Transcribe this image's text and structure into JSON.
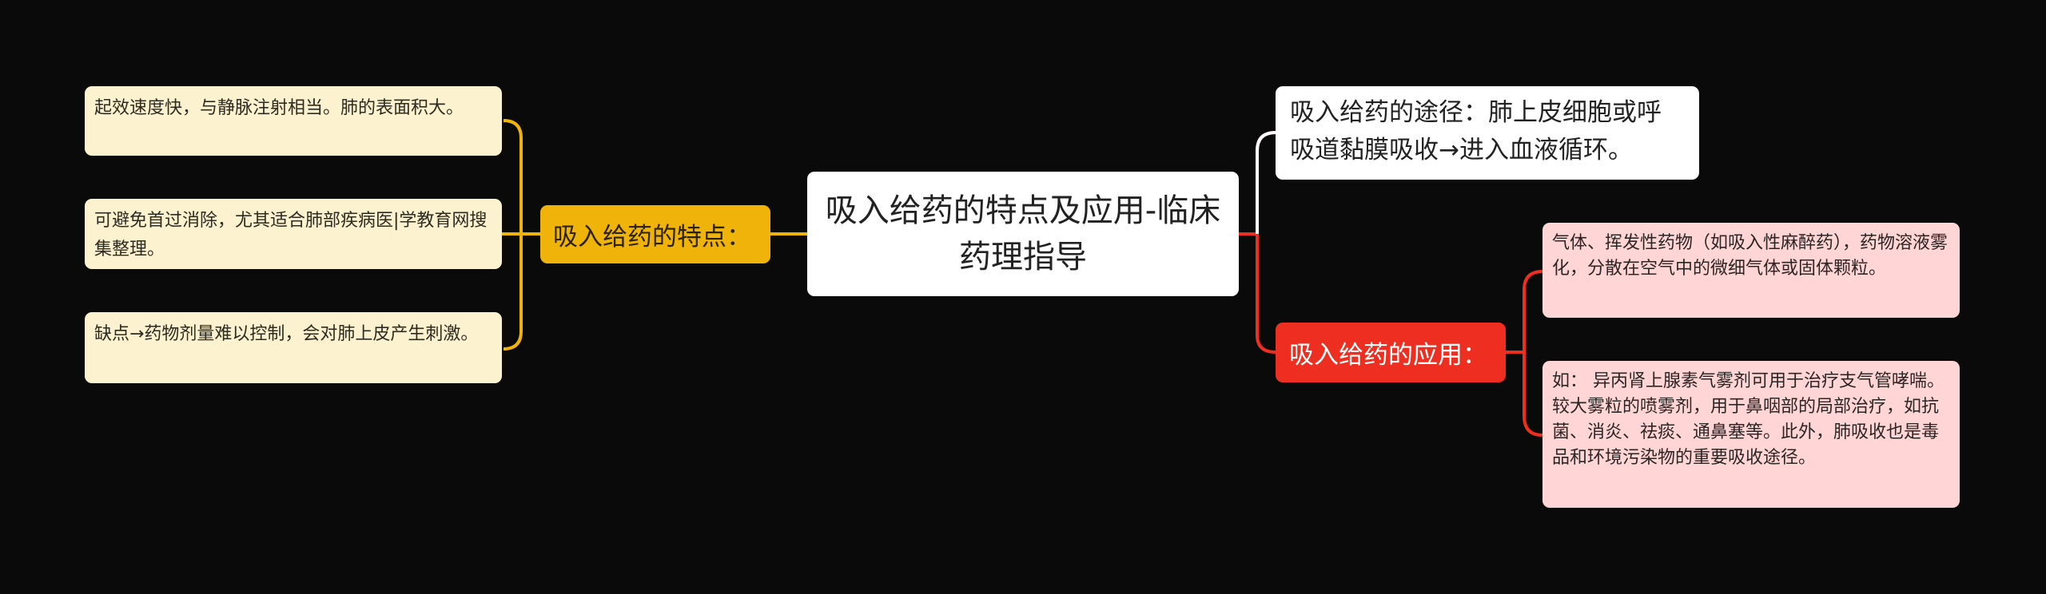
{
  "root": {
    "title": "吸入给药的特点及应用-临床药理指导"
  },
  "left_branch": {
    "label": "吸入给药的特点：",
    "color": "#f0b30a",
    "leaves": [
      "起效速度快，与静脉注射相当。肺的表面积大。",
      "可避免首过消除，尤其适合肺部疾病医|学教育网搜集整理。",
      "缺点→药物剂量难以控制，会对肺上皮产生刺激。"
    ]
  },
  "right_branches": {
    "route": {
      "text": "吸入给药的途径：肺上皮细胞或呼吸道黏膜吸收→进入血液循环。"
    },
    "application": {
      "label": "吸入给药的应用：",
      "color": "#ee2e20",
      "leaves": [
        "气体、挥发性药物（如吸入性麻醉药），药物溶液雾化，分散在空气中的微细气体或固体颗粒。",
        "如： 异丙肾上腺素气雾剂可用于治疗支气管哮喘。较大雾粒的喷雾剂，用于鼻咽部的局部治疗，如抗菌、消炎、祛痰、通鼻塞等。此外，肺吸收也是毒品和环境污染物的重要吸收途径。"
      ]
    }
  },
  "colors": {
    "background": "#0b0a0a",
    "left_leaf": "#fdf2cf",
    "right_leaf": "#ffd5d5",
    "white_node": "#ffffff"
  }
}
